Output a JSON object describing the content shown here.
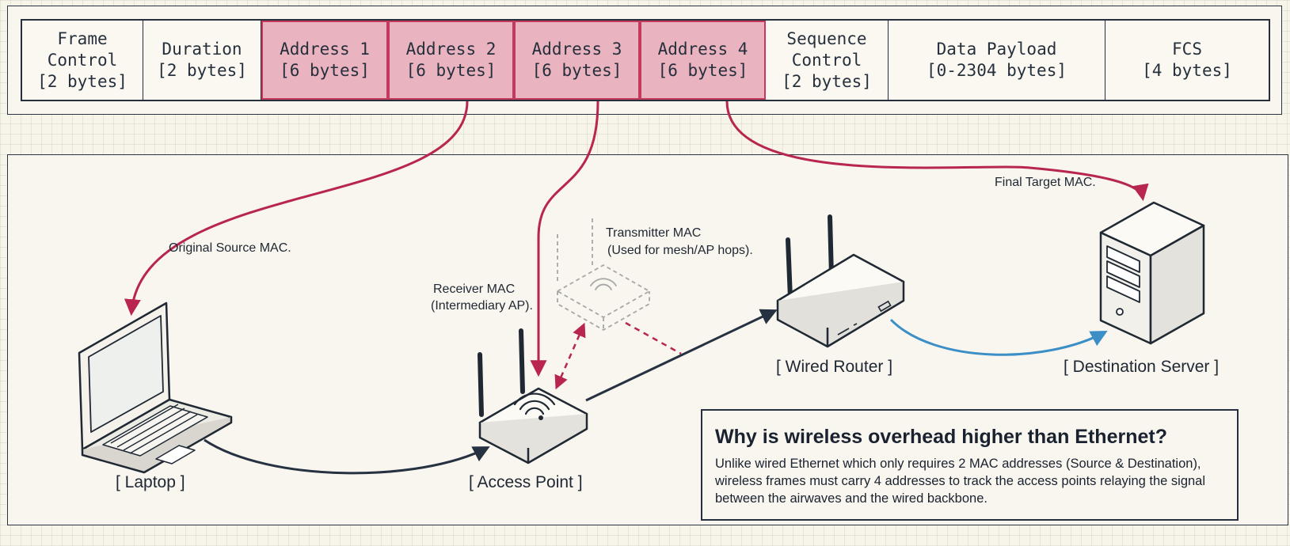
{
  "frame_fields": [
    {
      "line1": "Frame",
      "line2": "Control",
      "line3": "[2 bytes]"
    },
    {
      "line1": "Duration",
      "line2": "[2 bytes]"
    },
    {
      "line1": "Address 1",
      "line2": "[6 bytes]"
    },
    {
      "line1": "Address 2",
      "line2": "[6 bytes]"
    },
    {
      "line1": "Address 3",
      "line2": "[6 bytes]"
    },
    {
      "line1": "Address 4",
      "line2": "[6 bytes]"
    },
    {
      "line1": "Sequence",
      "line2": "Control",
      "line3": "[2 bytes]"
    },
    {
      "line1": "Data Payload",
      "line2": "[0-2304 bytes]"
    },
    {
      "line1": "FCS",
      "line2": "[4 bytes]"
    }
  ],
  "annotations": {
    "original_source": "Original Source MAC.",
    "receiver_line1": "Receiver MAC",
    "receiver_line2": "(Intermediary AP).",
    "transmitter_line1": "Transmitter MAC",
    "transmitter_line2": "(Used for mesh/AP hops).",
    "final_target": "Final Target MAC."
  },
  "devices": {
    "laptop": "[ Laptop ]",
    "access_point": "[ Access Point ]",
    "wired_router": "[ Wired Router ]",
    "destination_server": "[ Destination Server ]"
  },
  "info_box": {
    "title": "Why is wireless overhead higher than Ethernet?",
    "body": "Unlike wired Ethernet which only requires 2 MAC addresses (Source & Destination), wireless frames must carry 4 addresses to track the access points relaying the signal between the airwaves and the wired backbone."
  },
  "colors": {
    "address_fill": "#e9b3bf",
    "address_border": "#c33a5c",
    "arrow_crimson": "#b8254f",
    "arrow_dark": "#263242",
    "arrow_blue": "#3b8ec6"
  }
}
